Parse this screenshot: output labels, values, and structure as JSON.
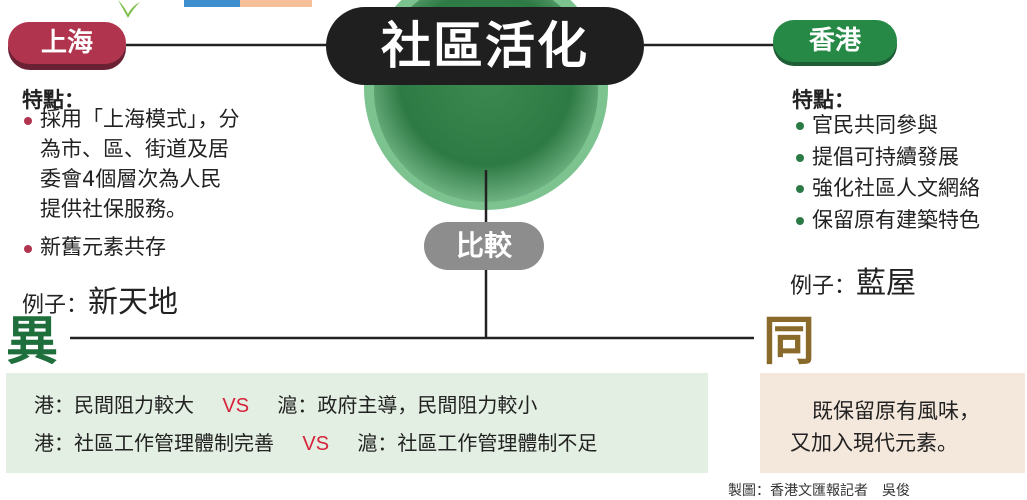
{
  "title": "社區活化",
  "compare_label": "比較",
  "shanghai": {
    "label": "上海",
    "features_heading": "特點：",
    "bullets": [
      [
        "採用「上海模式」，分",
        "為市、區、街道及居",
        "委會4個層次為人民",
        "提供社保服務。"
      ],
      [
        "新舊元素共存"
      ]
    ],
    "example_label": "例子：",
    "example_value": "新天地"
  },
  "hongkong": {
    "label": "香港",
    "features_heading": "特點：",
    "bullets": [
      "官民共同參與",
      "提倡可持續發展",
      "強化社區人文網絡",
      "保留原有建築特色"
    ],
    "example_label": "例子：",
    "example_value": "藍屋"
  },
  "differences": {
    "heading": "異",
    "rows": [
      {
        "left": "港：民間阻力較大",
        "vs": "VS",
        "right": "滬：政府主導，民間阻力較小"
      },
      {
        "left": "港：社區工作管理體制完善",
        "vs": "VS",
        "right": "滬：社區工作管理體制不足"
      }
    ]
  },
  "similarities": {
    "heading": "同",
    "lines": [
      "既保留原有風味，",
      "又加入現代元素。"
    ]
  },
  "source_note": "製圖：香港文匯報記者　吳俊",
  "colors": {
    "shanghai": "#b1344e",
    "hongkong": "#268a46",
    "compare": "#8d8d8d",
    "title_bg": "#1f1f1f",
    "diff_bg": "#e3efe2",
    "same_bg": "#f4e7dc",
    "vs": "#d6233b"
  }
}
